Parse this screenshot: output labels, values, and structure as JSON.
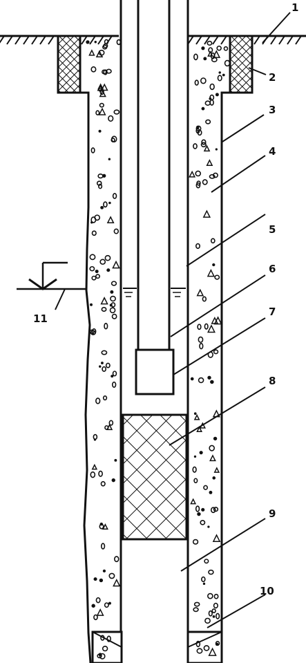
{
  "labels": {
    "l1": "1",
    "l2": "2",
    "l3": "3",
    "l4": "4",
    "l5": "5",
    "l6": "6",
    "l7": "7",
    "l8": "8",
    "l9": "9",
    "l10": "10",
    "l11": "11"
  },
  "colors": {
    "ink": "#111111",
    "paper": "#ffffff"
  }
}
